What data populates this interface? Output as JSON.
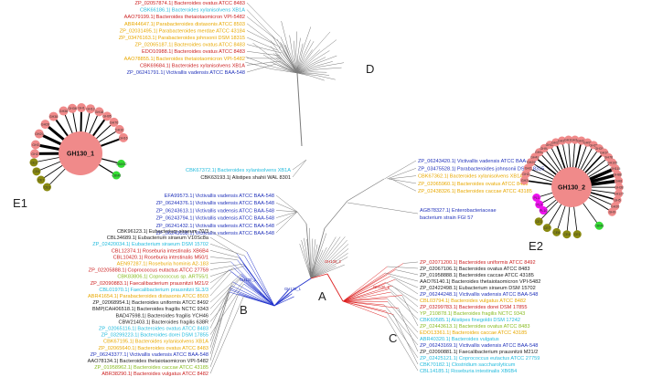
{
  "clades": {
    "A": {
      "label": "A",
      "node_label": "GH130_1"
    },
    "B": {
      "label": "B",
      "node_label": "GH130_1"
    },
    "C": {
      "label": "C",
      "node_label": "GH130_2"
    },
    "D": {
      "label": "D"
    }
  },
  "top_left_leaves": [
    {
      "text": "ZP_02057874.1| Bacteroides ovatus ATCC 8483",
      "color": "#cc2222"
    },
    {
      "text": "CBK66186.1| Bacteroides xylanisolvens XB1A",
      "color": "#22bbdd"
    },
    {
      "text": "AAO79199.1| Bacteroides thetaiotaomicron VPI-5482",
      "color": "#cc2222"
    },
    {
      "text": "ABR44647.1| Parabacteroides distasonis ATCC 8503",
      "color": "#e8a800"
    },
    {
      "text": "ZP_02031495.1| Parabacteroides merdae ATCC 43184",
      "color": "#e8a800"
    },
    {
      "text": "ZP_03476163.1| Parabacteroides johnsonii DSM 18315",
      "color": "#e8a800"
    },
    {
      "text": "ZP_02065187.1| Bacteroides ovatus ATCC 8483",
      "color": "#e8a800"
    },
    {
      "text": "EDO10988.1| Bacteroides ovatus ATCC 8483",
      "color": "#cc2222"
    },
    {
      "text": "AAO78855.1| Bacteroides thetaiotaomicron VPI-5482",
      "color": "#e8a800"
    },
    {
      "text": "CBK69684.1| Bacteroides xylanisolvens XB1A",
      "color": "#cc2222"
    },
    {
      "text": "ZP_06241791.1| Victivallis vadensis ATCC BAA-548",
      "color": "#2233bb"
    }
  ],
  "mid_left_leaves": [
    {
      "text": "CBK67372.1| Bacteroides xylanisolvens XB1A",
      "color": "#22bbdd"
    },
    {
      "text": "CBK63193.1| Alistipes shahii WAL 8301",
      "color": "#222222"
    }
  ],
  "victivallis_leaves": [
    {
      "text": "EFA99573.1| Victivallis vadensis ATCC BAA-548",
      "color": "#2233bb"
    },
    {
      "text": "ZP_06244376.1| Victivallis vadensis ATCC BAA-548",
      "color": "#2233bb"
    },
    {
      "text": "ZP_06243613.1| Victivallis vadensis ATCC BAA-548",
      "color": "#2233bb"
    },
    {
      "text": "ZP_06243794.1| Victivallis vadensis ATCC BAA-548",
      "color": "#2233bb"
    },
    {
      "text": "ZP_06241432.1| Victivallis vadensis ATCC BAA-548",
      "color": "#2233bb"
    },
    {
      "text": "ZP_06243058.1| Victivallis vadensis ATCC BAA-548",
      "color": "#2233bb"
    }
  ],
  "right_leaves": [
    {
      "text": "ZP_06243420.1| Victivallis vadensis ATCC BAA-548",
      "color": "#2233bb"
    },
    {
      "text": "ZP_03475528.1| Parabacteroides johnsonii DSM 18315",
      "color": "#2233bb"
    },
    {
      "text": "CBK67362.1| Bacteroides xylanisolvens XB1A",
      "color": "#e8a800"
    },
    {
      "text": "ZP_02065960.1| Bacteroides ovatus ATCC 8483",
      "color": "#e8a800"
    },
    {
      "text": "ZP_02438326.1| Bacteroides caccae ATCC 43185",
      "color": "#e8a800"
    }
  ],
  "enterobacteriaceae_leaf": {
    "line1": "AGB78327.1| Enterobacteriaceae",
    "line2": "bacterium strain FGI 57",
    "color": "#2233bb"
  },
  "clade_b_leaves": [
    {
      "text": "CBK96123.1| Eubacterium siraeum 70/3",
      "color": "#222222"
    },
    {
      "text": "CBL34689.1| Eubacterium siraeum V10Sc8a",
      "color": "#222222"
    },
    {
      "text": "ZP_02420034.1| Eubacterium siraeum DSM 15702",
      "color": "#22bbdd"
    },
    {
      "text": "CBL12374.1| Roseburia intestinalis XB6B4",
      "color": "#cc2222"
    },
    {
      "text": "CBL10420.1| Roseburia intestinalis M50/1",
      "color": "#cc2222"
    },
    {
      "text": "AEN97287.1| Roseburia hominis A2-183",
      "color": "#e8a800"
    },
    {
      "text": "ZP_02205888.1| Coprococcus eutactus ATCC 27759",
      "color": "#cc2222"
    },
    {
      "text": "CBK83806.1| Coprococcus sp. ART55/1",
      "color": "#88bb22"
    },
    {
      "text": "ZP_02090883.1| Faecalibacterium prausnitzii M21/2",
      "color": "#cc2222"
    },
    {
      "text": "CBL01970.1| Faecalibacterium prausnitzii SL3/3",
      "color": "#22bbdd"
    },
    {
      "text": "ABR41654.1| Parabacteroides distasonis ATCC 8503",
      "color": "#e8a800"
    },
    {
      "text": "ZP_02068954.1| Bacteroides uniformis ATCC 8492",
      "color": "#222222"
    },
    {
      "text": "BMP|CAH06518.1| Bacteroides fragilis NCTC 9343",
      "color": "#222222"
    },
    {
      "text": "BAD47598.1| Bacteroides fragilis YCH46",
      "color": "#222222"
    },
    {
      "text": "CBW21403.1| Bacteroides fragilis 638R",
      "color": "#222222"
    },
    {
      "text": "ZP_02065116.1| Bacteroides ovatus ATCC 8483",
      "color": "#22bbdd"
    },
    {
      "text": "ZP_03299223.1| Bacteroides dorei DSM 17855",
      "color": "#22bbdd"
    },
    {
      "text": "CBK67195.1| Bacteroides xylanisolvens XB1A",
      "color": "#e8a800"
    },
    {
      "text": "ZP_02065640.1| Bacteroides ovatus ATCC 8483",
      "color": "#e8a800"
    },
    {
      "text": "ZP_06243377.1| Victivallis vadensis ATCC BAA-548",
      "color": "#2233bb"
    },
    {
      "text": "AAO78134.1| Bacteroides thetaiotaomicron VPI-5482",
      "color": "#222222"
    },
    {
      "text": "ZP_01958962.1| Bacteroides caccae ATCC 43185",
      "color": "#88bb22"
    },
    {
      "text": "ABR38290.1| Bacteroides vulgatus ATCC 8482",
      "color": "#cc2222"
    }
  ],
  "clade_c_leaves": [
    {
      "text": "ZP_02071200.1| Bacteroides uniformis ATCC 8492",
      "color": "#cc2222"
    },
    {
      "text": "ZP_02067106.1| Bacteroides ovatus ATCC 8483",
      "color": "#222222"
    },
    {
      "text": "ZP_01958888.1| Bacteroides caccae ATCC 43185",
      "color": "#222222"
    },
    {
      "text": "AAO76140.1| Bacteroides thetaiotaomicron VPI-5482",
      "color": "#222222"
    },
    {
      "text": "ZP_02422498.1| Eubacterium siraeum DSM 15702",
      "color": "#222222"
    },
    {
      "text": "ZP_06244248.1| Victivallis vadensis ATCC BAA-548",
      "color": "#2233bb"
    },
    {
      "text": "CBL03794.1| Bacteroides vulgatus ATCC 8482",
      "color": "#e8a800"
    },
    {
      "text": "ZP_03299783.1| Bacteroides dorei DSM 17855",
      "color": "#cc2222"
    },
    {
      "text": "YP_210878.1| Bacteroides fragilis NCTC 9343",
      "color": "#88bb22"
    },
    {
      "text": "CBK60585.1| Alistipes finegoldii DSM 17242",
      "color": "#22bbdd"
    },
    {
      "text": "ZP_02443613.1| Bacteroides ovatus ATCC 8483",
      "color": "#88bb22"
    },
    {
      "text": "EDO13361.1| Bacteroides caccae ATCC 43185",
      "color": "#e8a800"
    },
    {
      "text": "ABR40320.1| Bacteroides vulgatus",
      "color": "#22bbdd"
    },
    {
      "text": "ZP_06243169.1| Victivallis vadensis ATCC BAA-548",
      "color": "#2233bb"
    },
    {
      "text": "ZP_02090881.1| Faecalibacterium prausnitzii M21/2",
      "color": "#222222"
    },
    {
      "text": "ZP_02425121.1| Coprococcus eutactus ATCC 27759",
      "color": "#22bbdd"
    },
    {
      "text": "CBK70182.1| Clostridium saccharolyticum",
      "color": "#22bbdd"
    },
    {
      "text": "CBL14185.1| Roseburia intestinalis XB6B4",
      "color": "#22bbdd"
    }
  ],
  "network_e1": {
    "panel_label": "E1",
    "hub_label": "GH130_1",
    "hub_color": "#f08a8a",
    "pink_nodes": [
      "GH38",
      "GH38",
      "GH38",
      "GH1",
      "GH13",
      "GH18",
      "GH95",
      "GH76",
      "GH10",
      "GH16",
      "GH28",
      "GH29",
      "GH3",
      "GH2"
    ],
    "olive_nodes": [
      "CE3",
      "CE7",
      "CE6",
      "CE1"
    ],
    "green_nodes": [
      "CBM32",
      "CBM6"
    ],
    "olive_color": "#8a8a10",
    "green_color": "#33dd33"
  },
  "network_e2": {
    "panel_label": "E2",
    "hub_label": "GH130_2",
    "hub_color": "#f08a8a",
    "pink_nodes": [
      "GH3",
      "GH2",
      "GH2",
      "GH29",
      "GH43",
      "GH92",
      "GH97",
      "GH13",
      "GH31",
      "GH36",
      "GH16",
      "GH18",
      "GH32",
      "GH95",
      "GH28",
      "GH30",
      "GH10",
      "GH76",
      "GH105",
      "GH115",
      "GH88",
      "GH8",
      "GH38",
      "GH127",
      "GH5",
      "GH20",
      "GH9"
    ],
    "magenta_nodes": [
      "PL9",
      "PL1",
      "PL10"
    ],
    "olive_nodes": [
      "CE1",
      "CE4",
      "CE6",
      "CE7",
      "CE3"
    ],
    "green_nodes": [
      "CBM6"
    ],
    "magenta_color": "#ee11ee",
    "olive_color": "#8a8a10",
    "green_color": "#33dd33"
  }
}
